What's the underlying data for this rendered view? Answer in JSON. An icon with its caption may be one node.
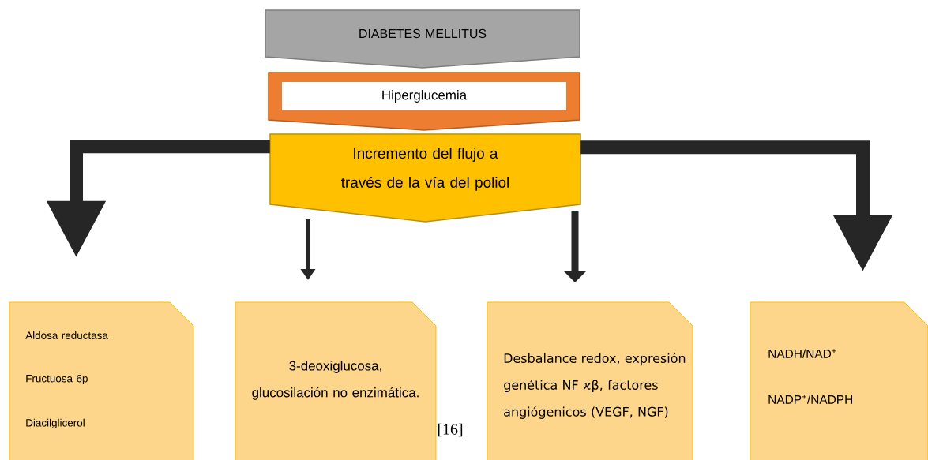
{
  "diagram": {
    "nodes": [
      {
        "text": [
          "DIABETES MELLITUS"
        ]
      },
      {
        "text": [
          "Hiperglucemia"
        ]
      },
      {
        "text": [
          "Incremento del flujo a través de la vía del poliol"
        ]
      },
      {
        "text": [
          "Aldosa reductasa",
          "Fructuosa 6p",
          "Diacilglicerol"
        ]
      },
      {
        "text": [
          "3-deoxiglucosa, glucosilación no enzimática."
        ]
      },
      {
        "text": [
          "Desbalance redox, expresión genética NF ϰβ, factores angiógenicos (VEGF, NGF)"
        ]
      },
      {
        "text": [
          "NADH/NAD$^{+}$",
          "NADP$^{+}$/NADPH"
        ]
      }
    ],
    "edges": [
      {
        "from": 2,
        "to": 3,
        "arrow": "to",
        "style": "thick"
      },
      {
        "from": 2,
        "to": 4,
        "arrow": "to"
      },
      {
        "from": 2,
        "to": 5,
        "arrow": "to"
      },
      {
        "from": 2,
        "to": 6,
        "arrow": "to",
        "style": "thick"
      }
    ],
    "labels": [
      "[16]"
    ]
  }
}
